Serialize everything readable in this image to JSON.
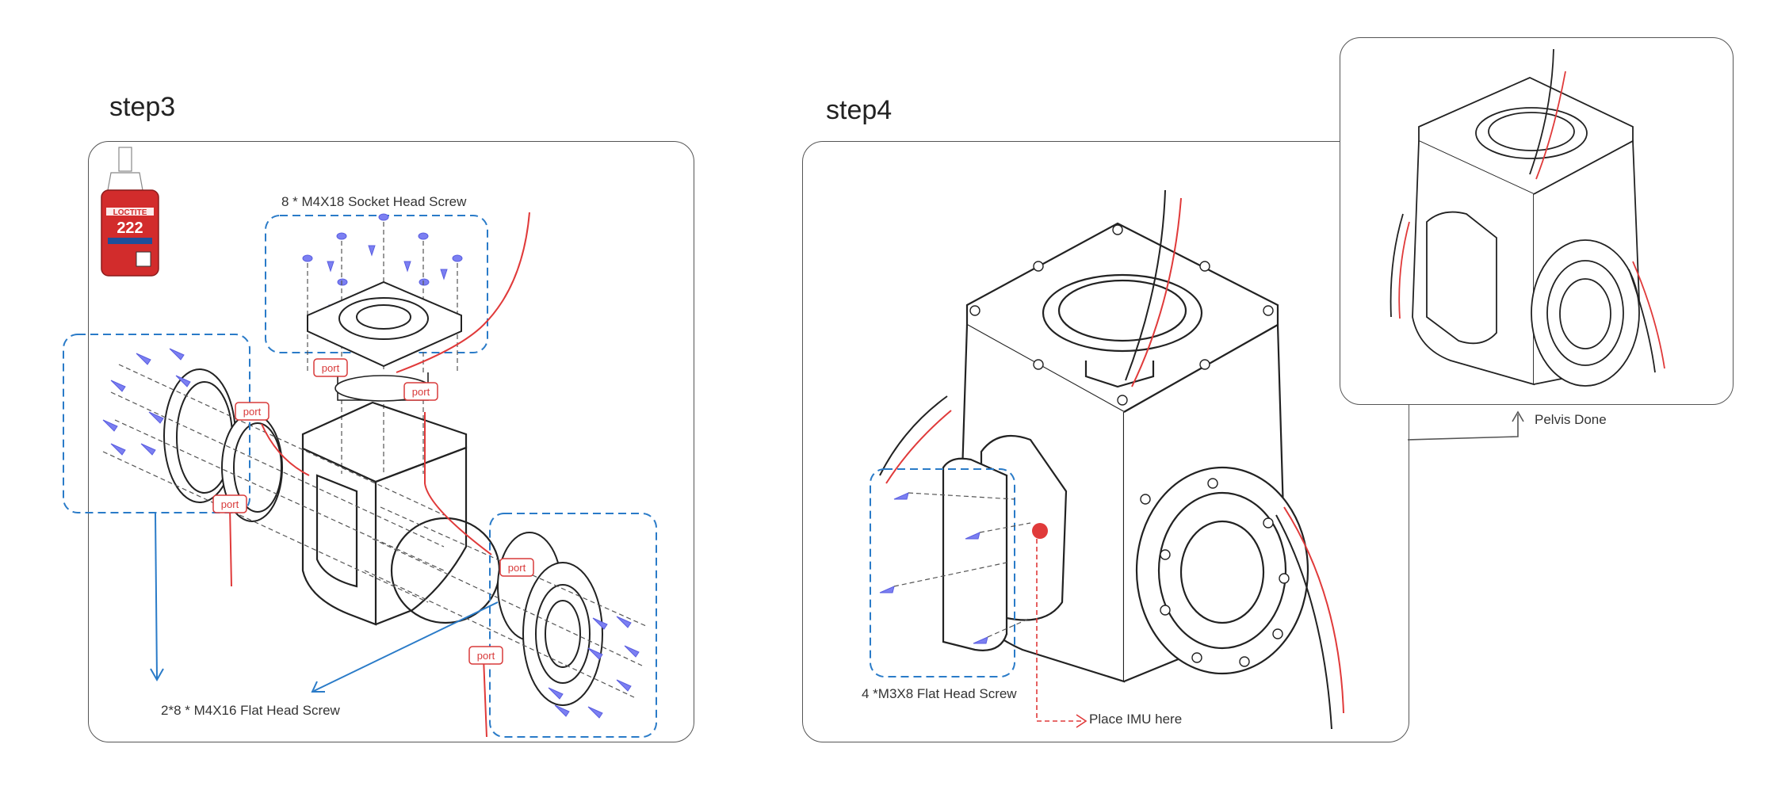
{
  "step3": {
    "title": "step3",
    "screws_top": "8 * M4X18 Socket Head Screw",
    "screws_side": "2*8 * M4X16 Flat Head Screw",
    "port_label": "port",
    "threadlocker": {
      "brand": "LOCTITE",
      "number": "222"
    }
  },
  "step4": {
    "title": "step4",
    "screws_cover": "4 *M3X8 Flat Head Screw",
    "imu_label": "Place IMU here"
  },
  "result": {
    "label": "Pelvis Done"
  },
  "colors": {
    "guide_blue": "#2a7bc8",
    "screw_blue": "#7b7ff2",
    "wire_red": "#e03a3a",
    "port_red": "#d83a3a",
    "outline": "#555555"
  }
}
